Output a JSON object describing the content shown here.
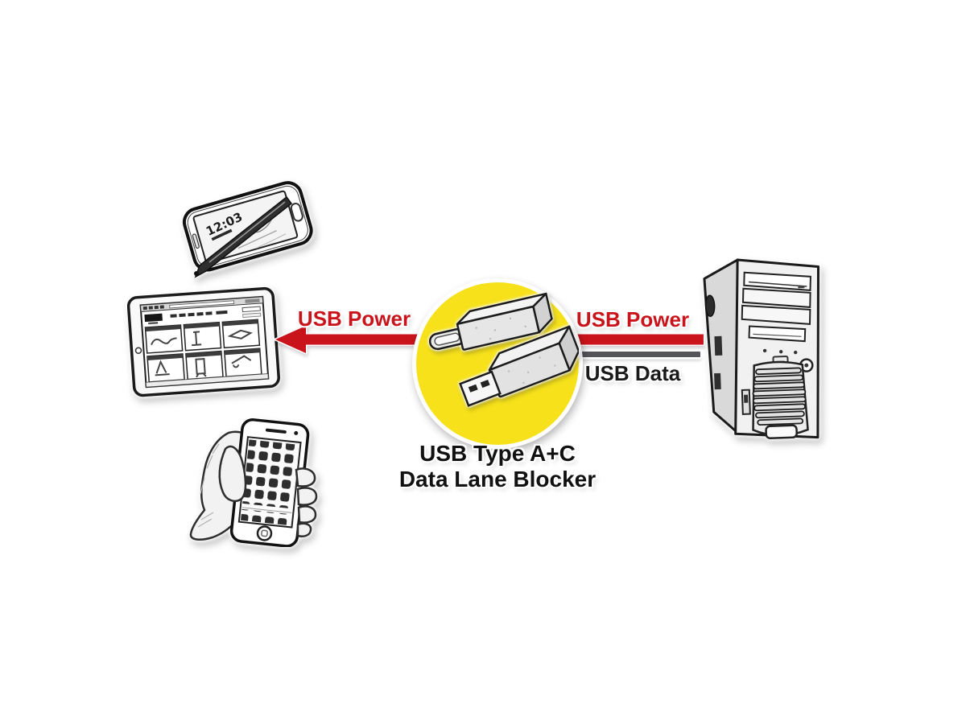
{
  "caption": {
    "line1": "USB Type A+C",
    "line2": "Data Lane Blocker"
  },
  "labels": {
    "usb_power_left": "USB Power",
    "usb_power_right": "USB Power",
    "usb_data": "USB Data"
  },
  "devices": {
    "smartphone_clock": "12:03",
    "icons": [
      "smartphone-with-stylus-icon",
      "tablet-icon",
      "hand-holding-phone-icon",
      "pc-tower-icon",
      "usb-type-c-adapter-icon",
      "usb-type-a-adapter-icon"
    ]
  },
  "colors": {
    "power_red": "#c9141b",
    "data_gray": "#54555a",
    "highlight_yellow": "#f6e11b",
    "sketch_ink": "#1a1a1a"
  }
}
